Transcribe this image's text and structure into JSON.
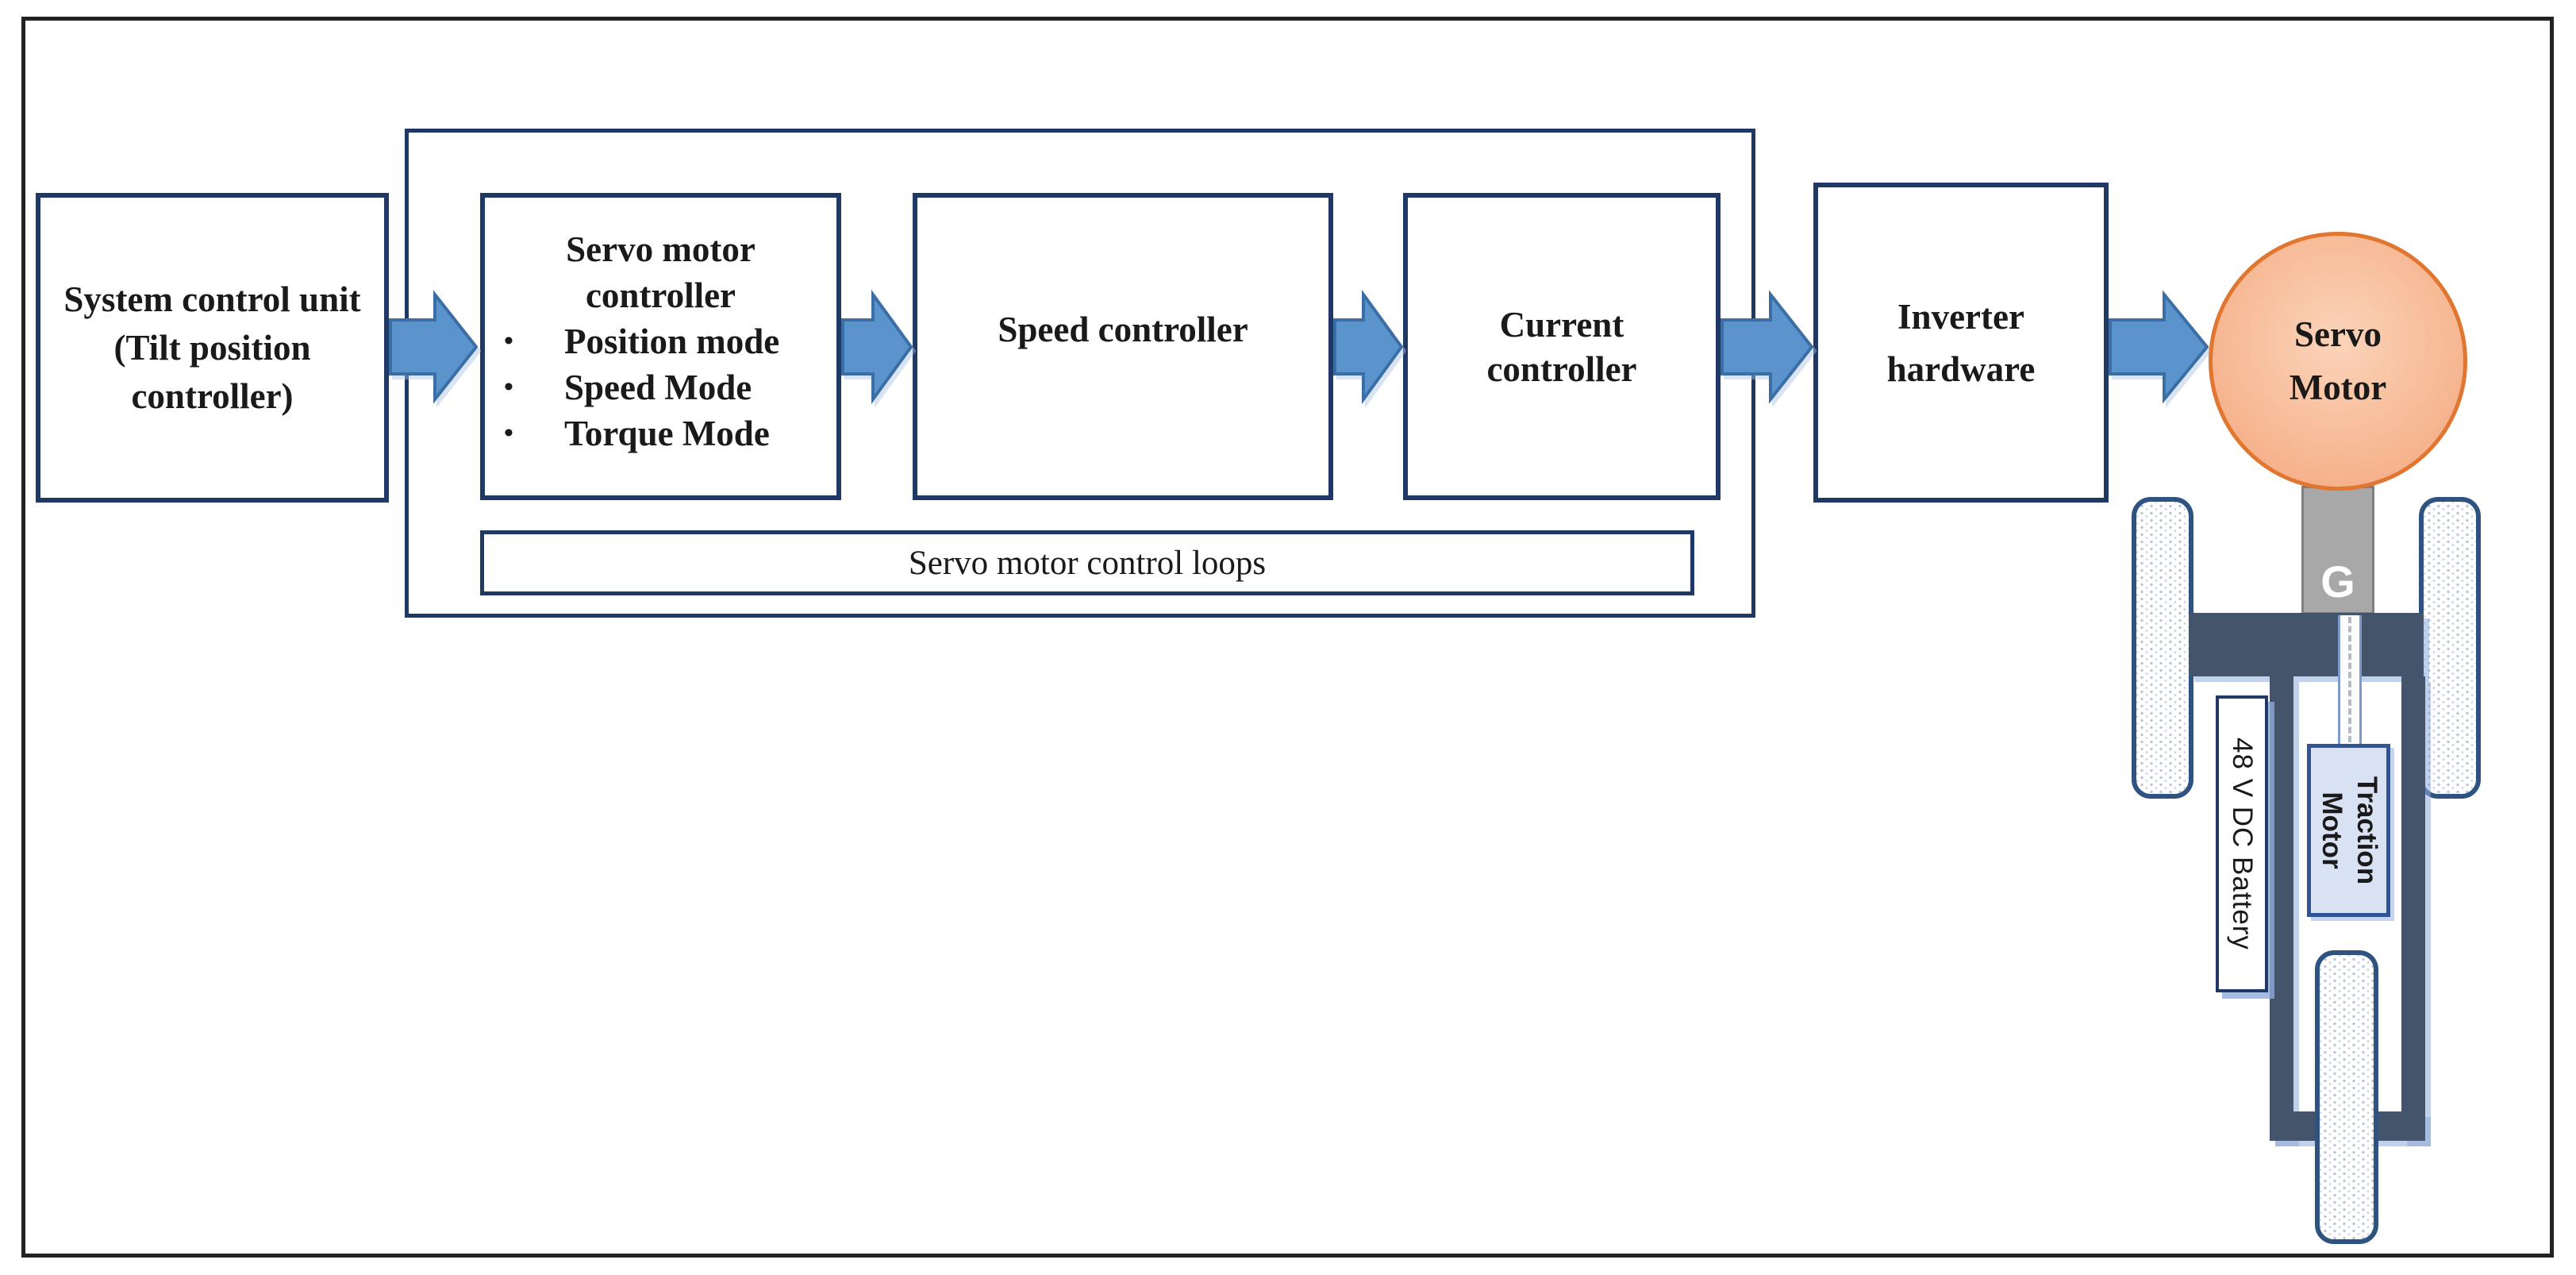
{
  "figure": {
    "type": "block-diagram",
    "blocks": {
      "system_control_unit": {
        "lines": [
          "System control unit",
          "(Tilt position",
          "controller)"
        ]
      },
      "servo_motor_controller": {
        "title_lines": [
          "Servo motor",
          "controller"
        ],
        "bullet": "•",
        "modes": [
          "Position mode",
          "Speed Mode",
          "Torque Mode"
        ]
      },
      "speed_controller": {
        "label": "Speed controller"
      },
      "current_controller": {
        "lines": [
          "Current",
          "controller"
        ]
      },
      "servo_motor_control_loops": {
        "label": "Servo motor control loops"
      },
      "inverter_hardware": {
        "lines": [
          "Inverter",
          "hardware"
        ]
      },
      "servo_motor": {
        "lines": [
          "Servo",
          "Motor"
        ]
      }
    },
    "vehicle": {
      "gearbox_label": "G",
      "traction_motor_lines": [
        "Traction",
        "Motor"
      ],
      "battery_label": "48 V DC Battery"
    },
    "colors": {
      "box_border_navy": "#1F3864",
      "outer_frame": "#222222",
      "arrow_fill": "#5B94CD",
      "arrow_stroke": "#3A6EA5",
      "chassis_dark": "#44546A",
      "shadow_periwinkle": "#8FAADC",
      "servo_circle_fill": "#F6B48E",
      "servo_circle_fill_light": "#FBD4BA",
      "servo_circle_stroke": "#E0762F",
      "gearbox_gray": "#A8A8A8",
      "traction_fill": "#D9E2F3",
      "traction_stroke": "#2F5597",
      "wheel_stroke": "#2F5380",
      "text": "#1a1a1a"
    }
  }
}
